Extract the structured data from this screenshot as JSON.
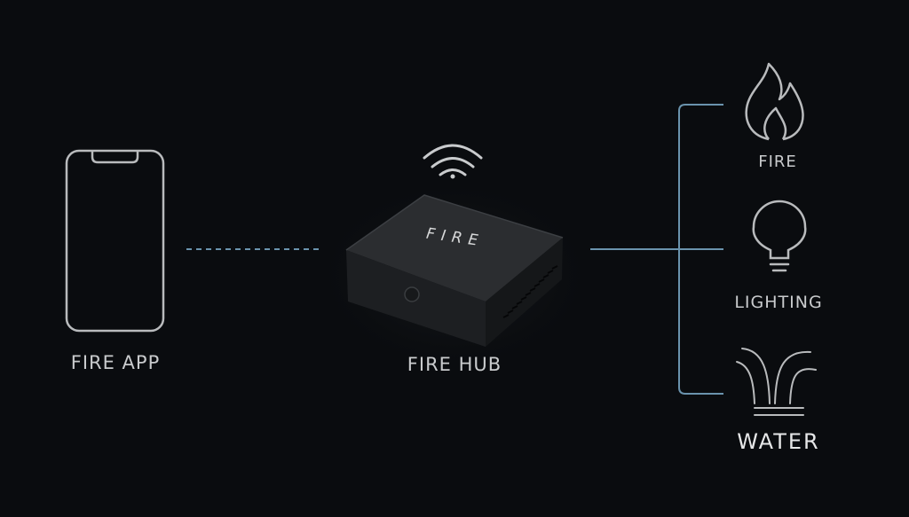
{
  "colors": {
    "background": "#0a0c0f",
    "connector": "#6a93ad",
    "icon_stroke": "#b9bbbd",
    "label": "#c9cbcd"
  },
  "app": {
    "label": "FIRE APP",
    "icon": "smartphone-icon"
  },
  "hub": {
    "label": "FIRE HUB",
    "brand_text": "FIRE",
    "icon": "hub-device-icon",
    "status_icon": "wifi-icon"
  },
  "outputs": [
    {
      "label": "FIRE",
      "icon": "flame-icon"
    },
    {
      "label": "LIGHTING",
      "icon": "lightbulb-icon"
    },
    {
      "label": "WATER",
      "icon": "fountain-icon"
    }
  ]
}
